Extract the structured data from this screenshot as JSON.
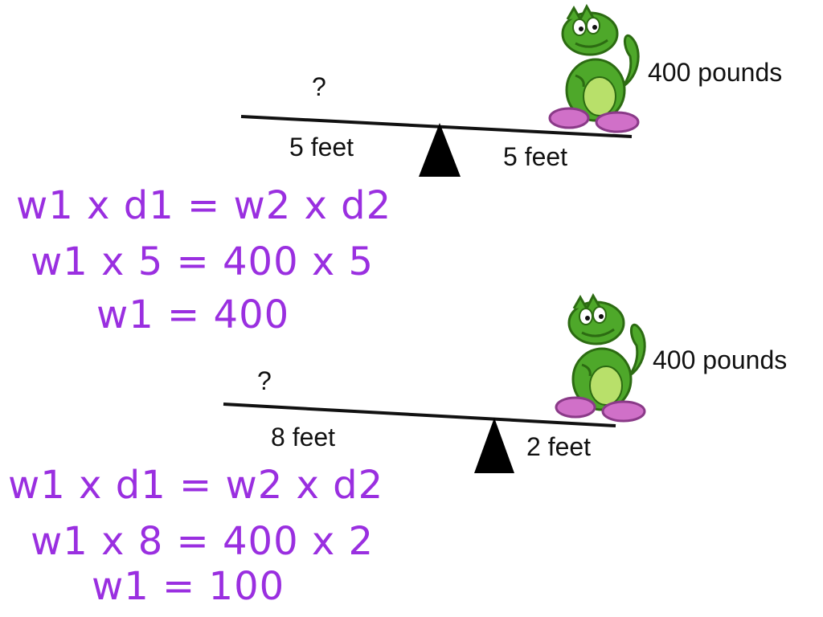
{
  "colors": {
    "equation": "#9a2fe0",
    "beam": "#111111",
    "fulcrum": "#000000",
    "dino_body": "#4ea82a",
    "dino_dark": "#2c6b12",
    "dino_belly": "#b8e06a",
    "dino_shoe": "#d070c8"
  },
  "icons": {
    "character": "dinosaur-icon",
    "pivot": "triangle-fulcrum-icon"
  },
  "scenes": [
    {
      "unknown_label": "?",
      "weight_label": "400 pounds",
      "left_distance": "5 feet",
      "right_distance": "5 feet",
      "equations": [
        "w1 x d1 = w2 x d2",
        "w1 x 5 = 400 x 5",
        "w1 = 400"
      ]
    },
    {
      "unknown_label": "?",
      "weight_label": "400 pounds",
      "left_distance": "8 feet",
      "right_distance": "2 feet",
      "equations": [
        "w1 x d1 = w2 x d2",
        "w1 x 8 = 400 x 2",
        "w1 = 100"
      ]
    }
  ]
}
